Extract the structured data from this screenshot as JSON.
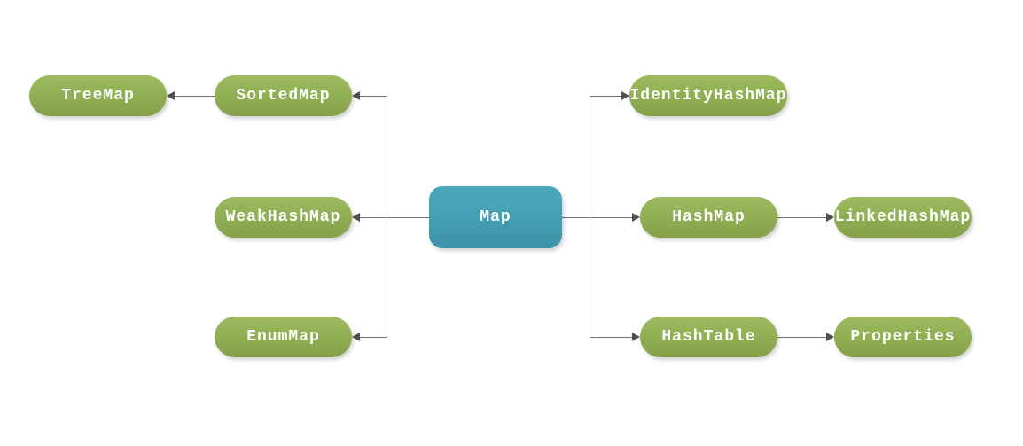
{
  "diagram": {
    "type": "hierarchy-flowchart",
    "root_node": "Map",
    "nodes": [
      {
        "id": "treemap",
        "label": "TreeMap",
        "shape": "pill",
        "color": "green"
      },
      {
        "id": "sortedmap",
        "label": "SortedMap",
        "shape": "pill",
        "color": "green"
      },
      {
        "id": "weakhashmap",
        "label": "WeakHashMap",
        "shape": "pill",
        "color": "green"
      },
      {
        "id": "enummap",
        "label": "EnumMap",
        "shape": "pill",
        "color": "green"
      },
      {
        "id": "map",
        "label": "Map",
        "shape": "rounded-rect",
        "color": "blue"
      },
      {
        "id": "identityhashmap",
        "label": "IdentityHashMap",
        "shape": "pill",
        "color": "green"
      },
      {
        "id": "hashmap",
        "label": "HashMap",
        "shape": "pill",
        "color": "green"
      },
      {
        "id": "linkedhashmap",
        "label": "LinkedHashMap",
        "shape": "pill",
        "color": "green"
      },
      {
        "id": "hashtable",
        "label": "HashTable",
        "shape": "pill",
        "color": "green"
      },
      {
        "id": "properties",
        "label": "Properties",
        "shape": "pill",
        "color": "green"
      }
    ],
    "edges": [
      {
        "from": "map",
        "to": "sortedmap",
        "arrow": "into-target"
      },
      {
        "from": "sortedmap",
        "to": "treemap",
        "arrow": "into-target"
      },
      {
        "from": "map",
        "to": "weakhashmap",
        "arrow": "into-target"
      },
      {
        "from": "map",
        "to": "enummap",
        "arrow": "into-target"
      },
      {
        "from": "map",
        "to": "identityhashmap",
        "arrow": "into-target"
      },
      {
        "from": "map",
        "to": "hashmap",
        "arrow": "into-target"
      },
      {
        "from": "map",
        "to": "hashtable",
        "arrow": "into-target"
      },
      {
        "from": "hashmap",
        "to": "linkedhashmap",
        "arrow": "into-target"
      },
      {
        "from": "hashtable",
        "to": "properties",
        "arrow": "into-target"
      }
    ],
    "colors": {
      "green_node_top": "#9cba5e",
      "green_node_bottom": "#84a149",
      "blue_node_top": "#4ba8bc",
      "blue_node_bottom": "#3d92a8",
      "connector_line": "#6f6f6f",
      "arrowhead": "#4f4f4f",
      "node_text": "#ffffff",
      "background": "#ffffff"
    }
  }
}
